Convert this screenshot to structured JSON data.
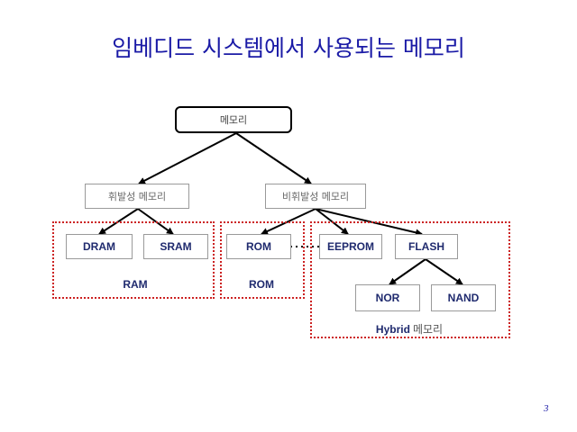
{
  "title": "임베디드 시스템에서 사용되는 메모리",
  "nodes": {
    "root": "메모리",
    "volatile": "휘발성 메모리",
    "nonvolatile": "비휘발성 메모리",
    "dram": "DRAM",
    "sram": "SRAM",
    "rom": "ROM",
    "eeprom": "EEPROM",
    "flash": "FLASH",
    "nor": "NOR",
    "nand": "NAND"
  },
  "groups": {
    "ram": "RAM",
    "rom": "ROM",
    "hybrid": "Hybrid",
    "hybrid_suffix": "메모리"
  },
  "page_number": "3",
  "colors": {
    "title": "#1a1aa6",
    "group_border": "#cc2222",
    "node_text": "#1f2a6e"
  }
}
